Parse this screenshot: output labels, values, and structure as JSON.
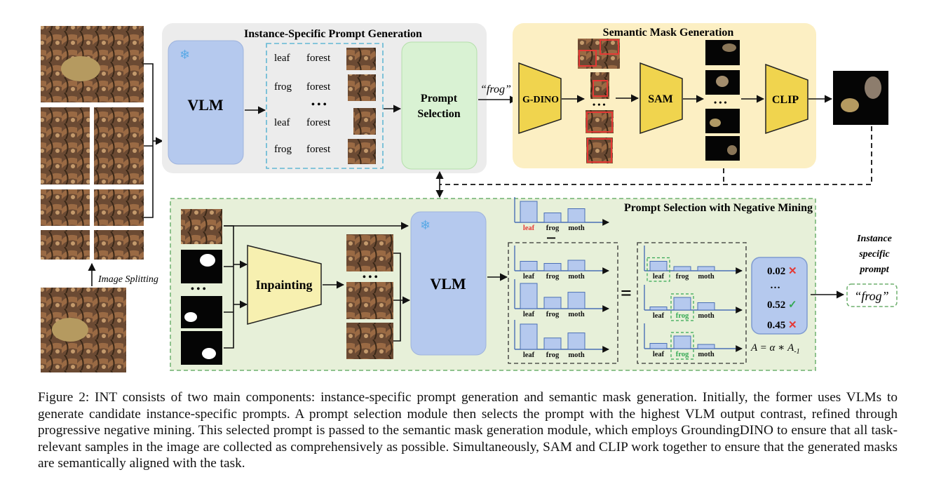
{
  "top_left_box": {
    "title": "Instance-Specific Prompt Generation"
  },
  "top_right_box": {
    "title": "Semantic Mask Generation"
  },
  "bottom_box": {
    "title": "Prompt Selection with Negative Mining"
  },
  "modules": {
    "vlm_top": "VLM",
    "prompt_selection": [
      "Prompt",
      "Selection"
    ],
    "gdino": "G-DINO",
    "sam": "SAM",
    "clip": "CLIP",
    "inpainting": "Inpainting",
    "vlm_bottom": "VLM"
  },
  "candidate_prompts": [
    {
      "first": "leaf",
      "second": "forest"
    },
    {
      "first": "frog",
      "second": "forest"
    },
    {
      "first": "leaf",
      "second": "forest"
    },
    {
      "first": "frog",
      "second": "forest"
    }
  ],
  "ellipsis": "• • •",
  "short_ellipsis": "• • •",
  "frog_quote": "“frog”",
  "image_splitting_label": "Image Splitting",
  "minus_sign": "−",
  "equals_sign": "=",
  "bar_labels": [
    "leaf",
    "frog",
    "moth"
  ],
  "scores": [
    "0.02",
    "…",
    "0.52",
    "0.45"
  ],
  "score_marks": [
    "✕",
    "",
    "✓",
    "✕"
  ],
  "formula": "A = α ∗ A",
  "formula_subscript": "-1",
  "instance_label": [
    "Instance",
    "specific",
    "prompt"
  ],
  "final_prompt": "“frog”",
  "colors": {
    "vlm_blue": "#b5c9ee",
    "prompt_green": "#d9f2d3",
    "gdino_yellow": "#f0d44e",
    "inpaint_yellow": "#f7f0b0",
    "grey_panel": "#ececec",
    "yellow_panel": "#fcefc3",
    "green_panel": "#e7f0d9",
    "dashed_cyan": "#63b8d4",
    "red": "#e53935",
    "green": "#34a853"
  },
  "caption": [
    "Figure 2: INT consists of two main components: instance-specific prompt generation and semantic mask generation. Initially, the former uses VLMs to generate candidate instance-specific prompts. A prompt selection module then selects the prompt with the highest VLM output contrast, refined through progressive negative mining. This selected prompt is passed to the semantic mask generation module, which employs GroundingDINO to ensure that all task-relevant samples in the image are collected as comprehensively as possible. Simultaneously, SAM and CLIP work together to ensure that the generated masks are semantically aligned with the task."
  ],
  "chart_data": [
    {
      "type": "bar",
      "categories": [
        "leaf",
        "frog",
        "moth"
      ],
      "values": [
        1.0,
        0.45,
        0.65
      ],
      "highlight": "leaf"
    },
    {
      "type": "bar",
      "categories": [
        "leaf",
        "frog",
        "moth"
      ],
      "values": [
        0.45,
        0.35,
        0.5
      ]
    },
    {
      "type": "bar",
      "categories": [
        "leaf",
        "frog",
        "moth"
      ],
      "values": [
        1.0,
        0.45,
        0.65
      ]
    },
    {
      "type": "bar",
      "categories": [
        "leaf",
        "frog",
        "moth"
      ],
      "values": [
        1.0,
        0.45,
        0.65
      ]
    },
    {
      "type": "bar",
      "categories": [
        "leaf",
        "frog",
        "moth"
      ],
      "values": [
        0.45,
        0.2,
        0.2
      ],
      "highlight": "leaf"
    },
    {
      "type": "bar",
      "categories": [
        "leaf",
        "frog",
        "moth"
      ],
      "values": [
        0.15,
        0.6,
        0.35
      ],
      "highlight": "frog"
    },
    {
      "type": "bar",
      "categories": [
        "leaf",
        "frog",
        "moth"
      ],
      "values": [
        0.25,
        0.6,
        0.2
      ],
      "highlight": "frog"
    }
  ]
}
